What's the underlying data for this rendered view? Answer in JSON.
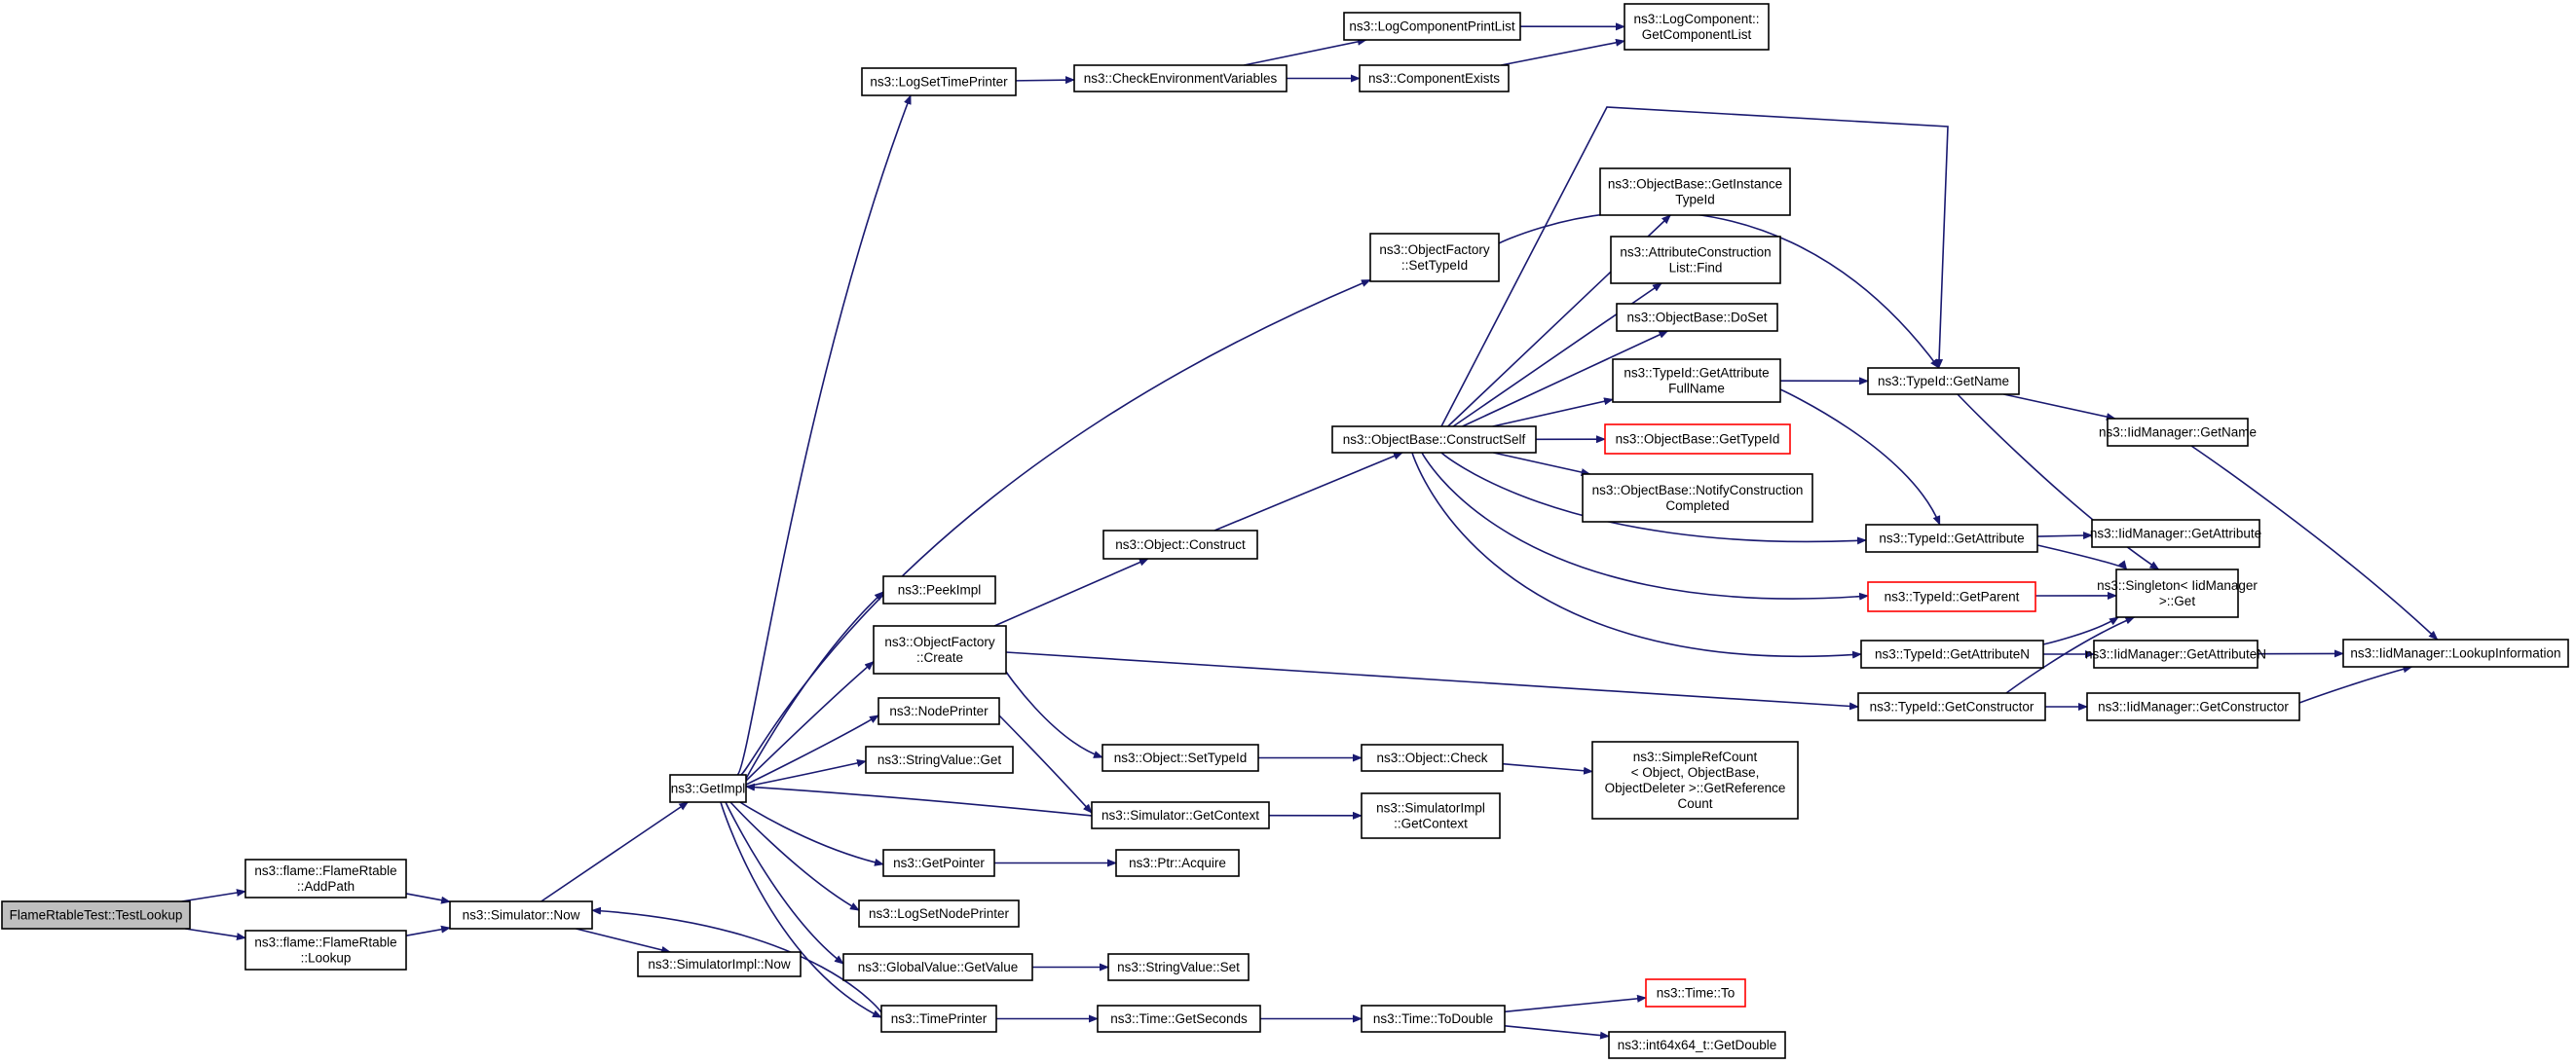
{
  "graph": {
    "edge_color": "#191970",
    "highlight_border_color": "#ff0000",
    "root_fill": "#bfbfbf",
    "nodes": [
      {
        "id": "n0",
        "lines": [
          "FlameRtableTest::TestLookup"
        ],
        "root": true
      },
      {
        "id": "n1",
        "lines": [
          "ns3::flame::FlameRtable",
          "::AddPath"
        ]
      },
      {
        "id": "n2",
        "lines": [
          "ns3::flame::FlameRtable",
          "::Lookup"
        ]
      },
      {
        "id": "n3",
        "lines": [
          "ns3::Simulator::Now"
        ]
      },
      {
        "id": "n4",
        "lines": [
          "ns3::SimulatorImpl::Now"
        ]
      },
      {
        "id": "n5",
        "lines": [
          "ns3::GetImpl"
        ]
      },
      {
        "id": "n6",
        "lines": [
          "ns3::LogSetTimePrinter"
        ]
      },
      {
        "id": "n7",
        "lines": [
          "ns3::CheckEnvironmentVariables"
        ]
      },
      {
        "id": "n8",
        "lines": [
          "ns3::LogComponentPrintList"
        ]
      },
      {
        "id": "n9",
        "lines": [
          "ns3::ComponentExists"
        ]
      },
      {
        "id": "n10",
        "lines": [
          "ns3::LogComponent::",
          "GetComponentList"
        ]
      },
      {
        "id": "n11",
        "lines": [
          "ns3::ObjectFactory",
          "::SetTypeId"
        ]
      },
      {
        "id": "n12",
        "lines": [
          "ns3::ObjectBase::ConstructSelf"
        ]
      },
      {
        "id": "n13",
        "lines": [
          "ns3::ObjectBase::GetInstance",
          "TypeId"
        ]
      },
      {
        "id": "n14",
        "lines": [
          "ns3::AttributeConstruction",
          "List::Find"
        ]
      },
      {
        "id": "n15",
        "lines": [
          "ns3::ObjectBase::DoSet"
        ]
      },
      {
        "id": "n16",
        "lines": [
          "ns3::TypeId::GetAttribute",
          "FullName"
        ]
      },
      {
        "id": "n17",
        "lines": [
          "ns3::ObjectBase::GetTypeId"
        ],
        "highlight": true
      },
      {
        "id": "n18",
        "lines": [
          "ns3::ObjectBase::NotifyConstruction",
          "Completed"
        ]
      },
      {
        "id": "n19",
        "lines": [
          "ns3::TypeId::GetName"
        ]
      },
      {
        "id": "n20",
        "lines": [
          "ns3::IidManager::GetName"
        ]
      },
      {
        "id": "n21",
        "lines": [
          "ns3::TypeId::GetAttribute"
        ]
      },
      {
        "id": "n22",
        "lines": [
          "ns3::IidManager::GetAttribute"
        ]
      },
      {
        "id": "n23",
        "lines": [
          "ns3::Singleton< IidManager",
          " >::Get"
        ]
      },
      {
        "id": "n24",
        "lines": [
          "ns3::TypeId::GetParent"
        ],
        "highlight": true
      },
      {
        "id": "n25",
        "lines": [
          "ns3::TypeId::GetAttributeN"
        ]
      },
      {
        "id": "n26",
        "lines": [
          "ns3::IidManager::GetAttributeN"
        ]
      },
      {
        "id": "n27",
        "lines": [
          "ns3::IidManager::LookupInformation"
        ]
      },
      {
        "id": "n28",
        "lines": [
          "ns3::TypeId::GetConstructor"
        ]
      },
      {
        "id": "n29",
        "lines": [
          "ns3::IidManager::GetConstructor"
        ]
      },
      {
        "id": "n30",
        "lines": [
          "ns3::Object::Construct"
        ]
      },
      {
        "id": "n31",
        "lines": [
          "ns3::PeekImpl"
        ]
      },
      {
        "id": "n32",
        "lines": [
          "ns3::ObjectFactory",
          "::Create"
        ]
      },
      {
        "id": "n33",
        "lines": [
          "ns3::NodePrinter"
        ]
      },
      {
        "id": "n34",
        "lines": [
          "ns3::StringValue::Get"
        ]
      },
      {
        "id": "n35",
        "lines": [
          "ns3::Object::SetTypeId"
        ]
      },
      {
        "id": "n36",
        "lines": [
          "ns3::Object::Check"
        ]
      },
      {
        "id": "n37",
        "lines": [
          "ns3::SimpleRefCount",
          "< Object, ObjectBase,",
          " ObjectDeleter >::GetReference",
          "Count"
        ]
      },
      {
        "id": "n38",
        "lines": [
          "ns3::Simulator::GetContext"
        ]
      },
      {
        "id": "n39",
        "lines": [
          "ns3::SimulatorImpl",
          "::GetContext"
        ]
      },
      {
        "id": "n40",
        "lines": [
          "ns3::GetPointer"
        ]
      },
      {
        "id": "n41",
        "lines": [
          "ns3::Ptr::Acquire"
        ]
      },
      {
        "id": "n42",
        "lines": [
          "ns3::LogSetNodePrinter"
        ]
      },
      {
        "id": "n43",
        "lines": [
          "ns3::GlobalValue::GetValue"
        ]
      },
      {
        "id": "n44",
        "lines": [
          "ns3::StringValue::Set"
        ]
      },
      {
        "id": "n45",
        "lines": [
          "ns3::TimePrinter"
        ]
      },
      {
        "id": "n46",
        "lines": [
          "ns3::Time::GetSeconds"
        ]
      },
      {
        "id": "n47",
        "lines": [
          "ns3::Time::ToDouble"
        ]
      },
      {
        "id": "n48",
        "lines": [
          "ns3::Time::To"
        ],
        "highlight": true
      },
      {
        "id": "n49",
        "lines": [
          "ns3::int64x64_t::GetDouble"
        ]
      }
    ],
    "edges": [
      [
        "n0",
        "n1"
      ],
      [
        "n0",
        "n2"
      ],
      [
        "n1",
        "n3"
      ],
      [
        "n2",
        "n3"
      ],
      [
        "n3",
        "n4"
      ],
      [
        "n3",
        "n5"
      ],
      [
        "n5",
        "n6"
      ],
      [
        "n6",
        "n7"
      ],
      [
        "n7",
        "n8"
      ],
      [
        "n7",
        "n9"
      ],
      [
        "n8",
        "n10"
      ],
      [
        "n9",
        "n10"
      ],
      [
        "n5",
        "n11"
      ],
      [
        "n11",
        "n19"
      ],
      [
        "n12",
        "n13"
      ],
      [
        "n12",
        "n14"
      ],
      [
        "n12",
        "n15"
      ],
      [
        "n12",
        "n16"
      ],
      [
        "n12",
        "n17"
      ],
      [
        "n12",
        "n18"
      ],
      [
        "n12",
        "n19"
      ],
      [
        "n12",
        "n21"
      ],
      [
        "n12",
        "n24"
      ],
      [
        "n12",
        "n25"
      ],
      [
        "n16",
        "n19"
      ],
      [
        "n16",
        "n21"
      ],
      [
        "n19",
        "n20"
      ],
      [
        "n19",
        "n23"
      ],
      [
        "n20",
        "n27"
      ],
      [
        "n21",
        "n22"
      ],
      [
        "n21",
        "n23"
      ],
      [
        "n24",
        "n23"
      ],
      [
        "n25",
        "n26"
      ],
      [
        "n25",
        "n23"
      ],
      [
        "n26",
        "n27"
      ],
      [
        "n28",
        "n29"
      ],
      [
        "n28",
        "n23"
      ],
      [
        "n29",
        "n27"
      ],
      [
        "n5",
        "n31"
      ],
      [
        "n5",
        "n32"
      ],
      [
        "n32",
        "n30"
      ],
      [
        "n30",
        "n12"
      ],
      [
        "n32",
        "n35"
      ],
      [
        "n32",
        "n28"
      ],
      [
        "n35",
        "n36"
      ],
      [
        "n36",
        "n37"
      ],
      [
        "n5",
        "n33"
      ],
      [
        "n33",
        "n38"
      ],
      [
        "n5",
        "n34"
      ],
      [
        "n38",
        "n5"
      ],
      [
        "n38",
        "n39"
      ],
      [
        "n5",
        "n40"
      ],
      [
        "n40",
        "n41"
      ],
      [
        "n5",
        "n42"
      ],
      [
        "n5",
        "n43"
      ],
      [
        "n43",
        "n44"
      ],
      [
        "n5",
        "n45"
      ],
      [
        "n45",
        "n3"
      ],
      [
        "n45",
        "n46"
      ],
      [
        "n46",
        "n47"
      ],
      [
        "n47",
        "n48"
      ],
      [
        "n47",
        "n49"
      ]
    ]
  }
}
